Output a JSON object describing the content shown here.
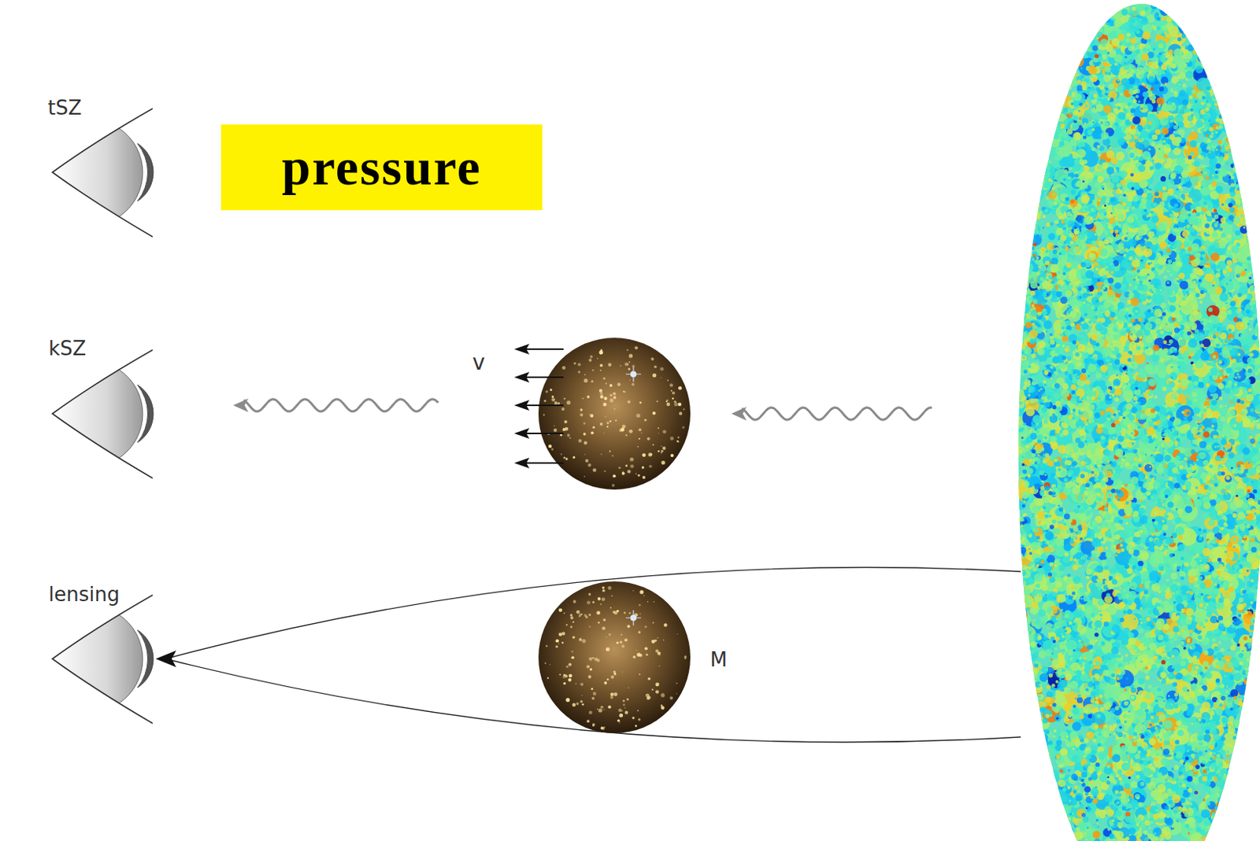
{
  "diagram": {
    "nodes": [
      {
        "text": [
          "pressure"
        ]
      }
    ],
    "labels": [
      "tSZ",
      "kSZ",
      "v",
      "lensing",
      "M"
    ]
  }
}
